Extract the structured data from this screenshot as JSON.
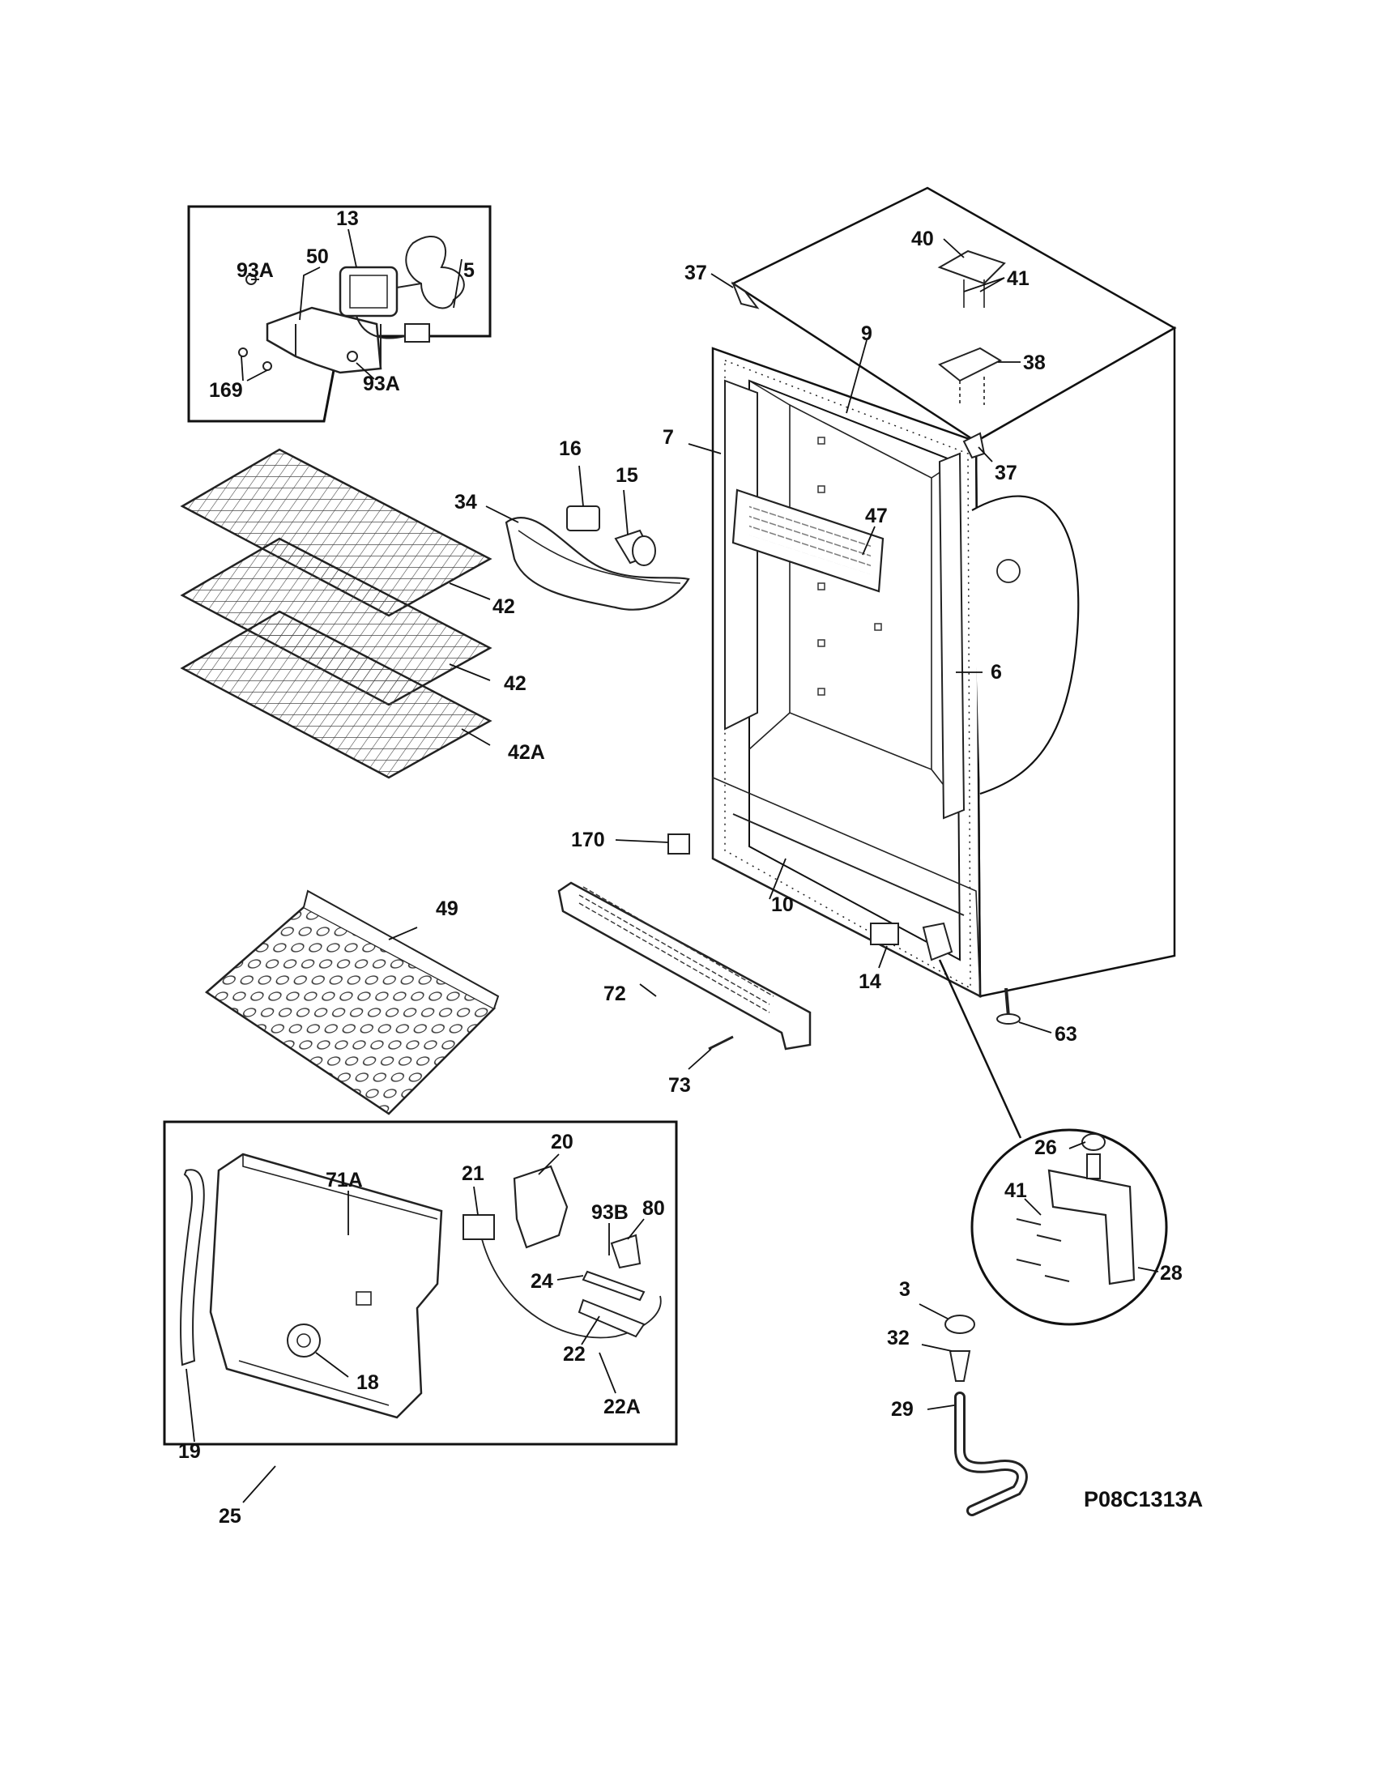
{
  "diagram": {
    "reference_code": "P08C1313A",
    "callouts": {
      "c13": "13",
      "c50": "50",
      "c93a_top": "93A",
      "c5": "5",
      "c169": "169",
      "c93a_bot": "93A",
      "c40": "40",
      "c41_top": "41",
      "c37_top": "37",
      "c9": "9",
      "c38": "38",
      "c37_right": "37",
      "c7": "7",
      "c16": "16",
      "c15": "15",
      "c34": "34",
      "c47": "47",
      "c42_a": "42",
      "c42_b": "42",
      "c42a": "42A",
      "c6": "6",
      "c170": "170",
      "c10": "10",
      "c49": "49",
      "c72": "72",
      "c14": "14",
      "c63": "63",
      "c73": "73",
      "c26": "26",
      "c41_mid": "41",
      "c28": "28",
      "c71a": "71A",
      "c21": "21",
      "c20": "20",
      "c93b": "93B",
      "c80": "80",
      "c24": "24",
      "c22": "22",
      "c18": "18",
      "c22a": "22A",
      "c19": "19",
      "c25": "25",
      "c3": "3",
      "c32": "32",
      "c29": "29"
    }
  }
}
